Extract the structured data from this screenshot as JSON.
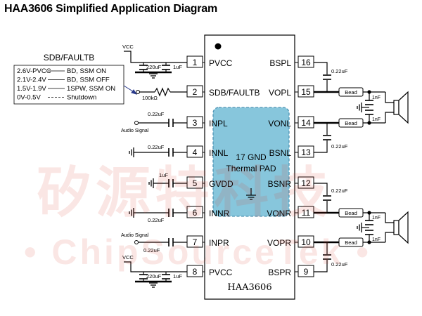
{
  "title": "HAA3606 Simplified Application Diagram",
  "watermark": {
    "cjk": "矽源特科技",
    "latin": "• ChipSourceTek •"
  },
  "mode_table": {
    "heading": "SDB/FAULTB",
    "rows": [
      {
        "range": "2.6V-PVCC",
        "mode": "BD, SSM ON",
        "style": "solid"
      },
      {
        "range": "2.1V-2.4V",
        "mode": "BD, SSM OFF",
        "style": "solid"
      },
      {
        "range": "1.5V-1.9V",
        "mode": "1SPW, SSM ON",
        "style": "solid"
      },
      {
        "range": "0V-0.5V",
        "mode": "Shutdown",
        "style": "dashed"
      }
    ]
  },
  "chip": {
    "part": "HAA3606",
    "pad_label_1": "17 GND",
    "pad_label_2": "Thermal PAD",
    "left_pins": [
      {
        "num": "1",
        "name": "PVCC"
      },
      {
        "num": "2",
        "name": "SDB/FAULTB"
      },
      {
        "num": "3",
        "name": "INPL"
      },
      {
        "num": "4",
        "name": "INNL"
      },
      {
        "num": "5",
        "name": "GVDD"
      },
      {
        "num": "6",
        "name": "INNR"
      },
      {
        "num": "7",
        "name": "INPR"
      },
      {
        "num": "8",
        "name": "PVCC"
      }
    ],
    "right_pins": [
      {
        "num": "16",
        "name": "BSPL"
      },
      {
        "num": "15",
        "name": "VOPL"
      },
      {
        "num": "14",
        "name": "VONL"
      },
      {
        "num": "13",
        "name": "BSNL"
      },
      {
        "num": "12",
        "name": "BSNR"
      },
      {
        "num": "11",
        "name": "VONR"
      },
      {
        "num": "10",
        "name": "VOPR"
      },
      {
        "num": "9",
        "name": "BSPR"
      }
    ]
  },
  "labels": {
    "vcc": "VCC",
    "cap_220u": "220uF",
    "cap_1u": "1uF",
    "cap_022u": "0.22uF",
    "res_100k": "100kΩ",
    "audio_signal": "Audio Signal",
    "bead": "Bead",
    "cap_1nf": "1nF"
  },
  "colors": {
    "pad_fill": "#87c6dc",
    "pad_border": "#4e93b4",
    "watermark": "#d73c2d",
    "esd_arrow": "#2a3a8c"
  }
}
